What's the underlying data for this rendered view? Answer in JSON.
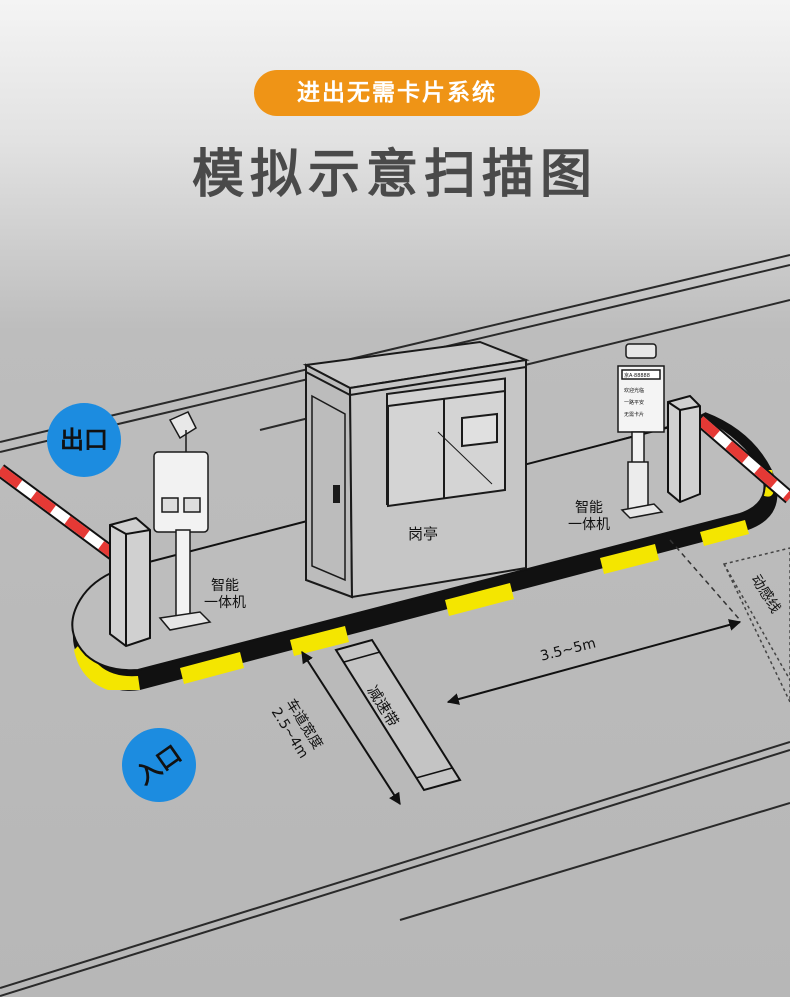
{
  "header": {
    "pill_label": "进出无需卡片系统",
    "title": "模拟示意扫描图"
  },
  "badges": {
    "exit": "出口",
    "entry": "入口"
  },
  "labels": {
    "booth": "岗亭",
    "terminal_left_line1": "智能",
    "terminal_left_line2": "一体机",
    "terminal_right_line1": "智能",
    "terminal_right_line2": "一体机",
    "distance": "3.5~5m",
    "speed_bump": "减速带",
    "lane_width_line1": "车道宽度",
    "lane_width_line2": "2.5~4m",
    "sensor_loop": "动感线"
  },
  "display": {
    "plate": "京A·88888",
    "line1": "欢迎光临",
    "line2": "一路平安",
    "line3": "无需卡片"
  },
  "colors": {
    "pill": "#ef9416",
    "badge": "#1c8ce0",
    "barrier_red": "#e53935",
    "curb_yellow": "#f4e600",
    "curb_black": "#111111"
  }
}
